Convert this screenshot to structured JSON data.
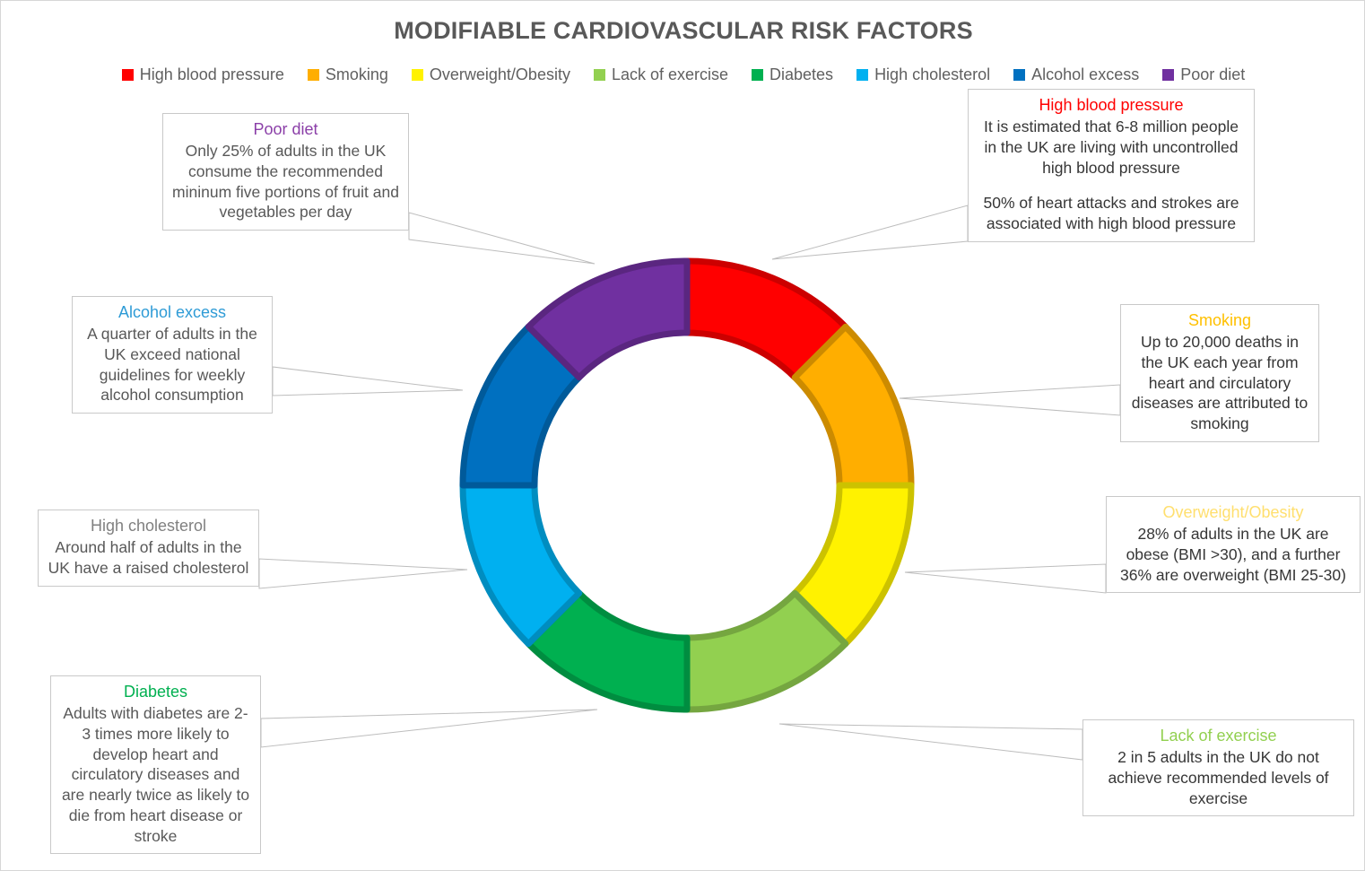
{
  "title": "MODIFIABLE CARDIOVASCULAR RISK FACTORS",
  "colors": {
    "high_blood_pressure": "#FF0000",
    "smoking": "#FFAE00",
    "overweight_obesity": "#FFF200",
    "lack_of_exercise": "#92D050",
    "diabetes": "#00B050",
    "high_cholesterol": "#00B0F0",
    "alcohol_excess": "#0070C0",
    "poor_diet": "#7030A0",
    "title_gray": "#595959",
    "legend_text": "#606060",
    "body_text": "#585858",
    "box_border": "#C9C9C9",
    "canvas_border": "#D6D6D6"
  },
  "legend": {
    "items": [
      {
        "label": "High blood pressure",
        "color": "#FF0000"
      },
      {
        "label": "Smoking",
        "color": "#FFAE00"
      },
      {
        "label": "Overweight/Obesity",
        "color": "#FFF200"
      },
      {
        "label": "Lack of exercise",
        "color": "#92D050"
      },
      {
        "label": "Diabetes",
        "color": "#00B050"
      },
      {
        "label": "High cholesterol",
        "color": "#00B0F0"
      },
      {
        "label": "Alcohol excess",
        "color": "#0070C0"
      },
      {
        "label": "Poor diet",
        "color": "#7030A0"
      }
    ]
  },
  "chart_data": {
    "type": "pie",
    "variant": "doughnut",
    "title": "MODIFIABLE CARDIOVASCULAR RISK FACTORS",
    "legend_position": "top",
    "start_angle_deg": 0,
    "direction": "clockwise",
    "inner_radius_ratio": 0.68,
    "categories": [
      "High blood pressure",
      "Smoking",
      "Overweight/Obesity",
      "Lack of exercise",
      "Diabetes",
      "High cholesterol",
      "Alcohol excess",
      "Poor diet"
    ],
    "values": [
      12.5,
      12.5,
      12.5,
      12.5,
      12.5,
      12.5,
      12.5,
      12.5
    ],
    "value_unit": "percent",
    "colors": [
      "#FF0000",
      "#FFAE00",
      "#FFF200",
      "#92D050",
      "#00B050",
      "#00B0F0",
      "#0070C0",
      "#7030A0"
    ],
    "slice_order_clockwise_from_top": [
      "High blood pressure",
      "Smoking",
      "Overweight/Obesity",
      "Lack of exercise",
      "Diabetes",
      "High cholesterol",
      "Alcohol excess",
      "Poor diet"
    ]
  },
  "callouts": {
    "high_blood_pressure": {
      "title": "High blood pressure",
      "title_color": "#FF0000",
      "body1": "It is estimated that 6-8 million people in the UK are living with uncontrolled high blood pressure",
      "body2": "50% of heart attacks and strokes are associated with high blood pressure"
    },
    "smoking": {
      "title": "Smoking",
      "title_color": "#FFC000",
      "body1": "Up to 20,000 deaths in the UK each year from heart and circulatory diseases are attributed to smoking"
    },
    "overweight_obesity": {
      "title": "Overweight/Obesity",
      "title_color": "#FFDF6E",
      "body1": "28% of adults in the UK are obese (BMI >30), and a further 36% are overweight (BMI 25-30)"
    },
    "lack_of_exercise": {
      "title": "Lack of exercise",
      "title_color": "#92D050",
      "body1": "2 in 5 adults in the UK do not achieve recommended levels of exercise"
    },
    "diabetes": {
      "title": "Diabetes",
      "title_color": "#00B050",
      "body1": "Adults with diabetes are 2-3 times more likely to develop heart and circulatory diseases and are nearly twice as likely to die from heart disease or stroke"
    },
    "high_cholesterol": {
      "title": "High cholesterol",
      "title_color": "#808080",
      "body1": "Around half of adults in the UK have a raised cholesterol"
    },
    "alcohol_excess": {
      "title": "Alcohol excess",
      "title_color": "#2E9BD6",
      "body1": "A quarter of adults in the UK exceed national guidelines for weekly alcohol consumption"
    },
    "poor_diet": {
      "title": "Poor diet",
      "title_color": "#8B3FA8",
      "body1": "Only 25% of adults in the UK consume the recommended mininum five portions of fruit and vegetables per day"
    }
  }
}
